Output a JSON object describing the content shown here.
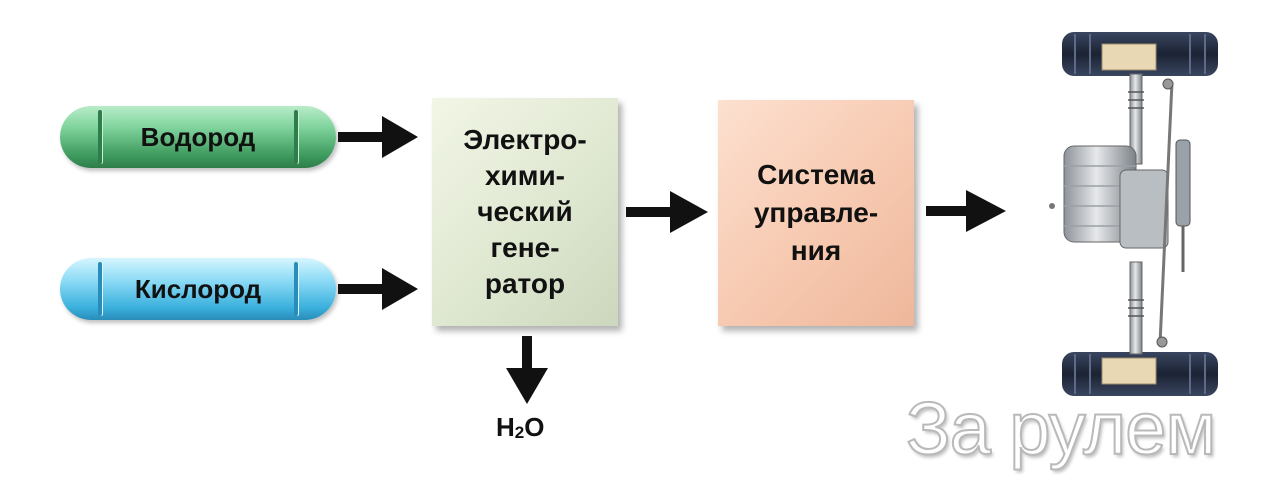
{
  "inputs": {
    "hydrogen": "Водород",
    "oxygen": "Кислород"
  },
  "generator": {
    "label": "Электро-\nхими-\nческий\nгене-\nратор"
  },
  "control": {
    "label": "Система\nуправле-\nния"
  },
  "output": {
    "water_main": "H",
    "water_sub": "2",
    "water_end": "O"
  },
  "watermark": "За рулем",
  "colors": {
    "hydrogen_tank": "#3d9a5d",
    "oxygen_tank": "#3ab0dd",
    "generator_box": "#dde6cf",
    "control_box": "#f6c7ae",
    "arrows": "#111111"
  },
  "icons": {
    "chassis": "car-chassis-icon"
  }
}
